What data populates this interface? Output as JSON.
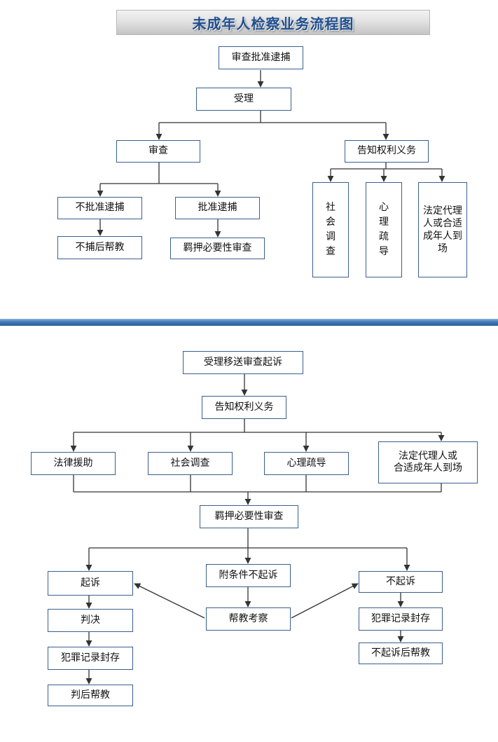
{
  "title": "未成年人检察业务流程图",
  "top": {
    "shencha_pizhun_daibu": "审查批准逮捕",
    "shouli": "受理",
    "shencha": "审查",
    "gaozhi_quanli_yiwu": "告知权利义务",
    "bu_pizhun_daibu": "不批准逮捕",
    "pizhun_daibu": "批准逮捕",
    "bu_bu_hou_bangjiao": "不捕后帮教",
    "jiya_biyaoxing_shencha": "羁押必要性审查",
    "shehui_diaocha": "社会调查",
    "xinli_shudao": "心理疏导",
    "fading_daili": "法定代理人或合适成年人到场"
  },
  "bottom": {
    "shouli_yisong": "受理移送审查起诉",
    "gaozhi_quanli_yiwu": "告知权利义务",
    "falv_yuanzhu": "法律援助",
    "shehui_diaocha": "社会调查",
    "xinli_shudao": "心理疏导",
    "fading_daili_line1": "法定代理人或",
    "fading_daili_line2": "合适成年人到场",
    "jiya_biyaoxing_shencha": "羁押必要性审查",
    "qisu": "起诉",
    "fu_tiaojian_bu_qisu": "附条件不起诉",
    "bu_qisu": "不起诉",
    "panjue": "判决",
    "bangjiao_kaocha": "帮教考察",
    "fanzui_jilu_fengcun_left": "犯罪记录封存",
    "fanzui_jilu_fengcun_right": "犯罪记录封存",
    "panhou_bangjiao": "判后帮教",
    "bu_qisu_hou_bangjiao": "不起诉后帮教"
  }
}
